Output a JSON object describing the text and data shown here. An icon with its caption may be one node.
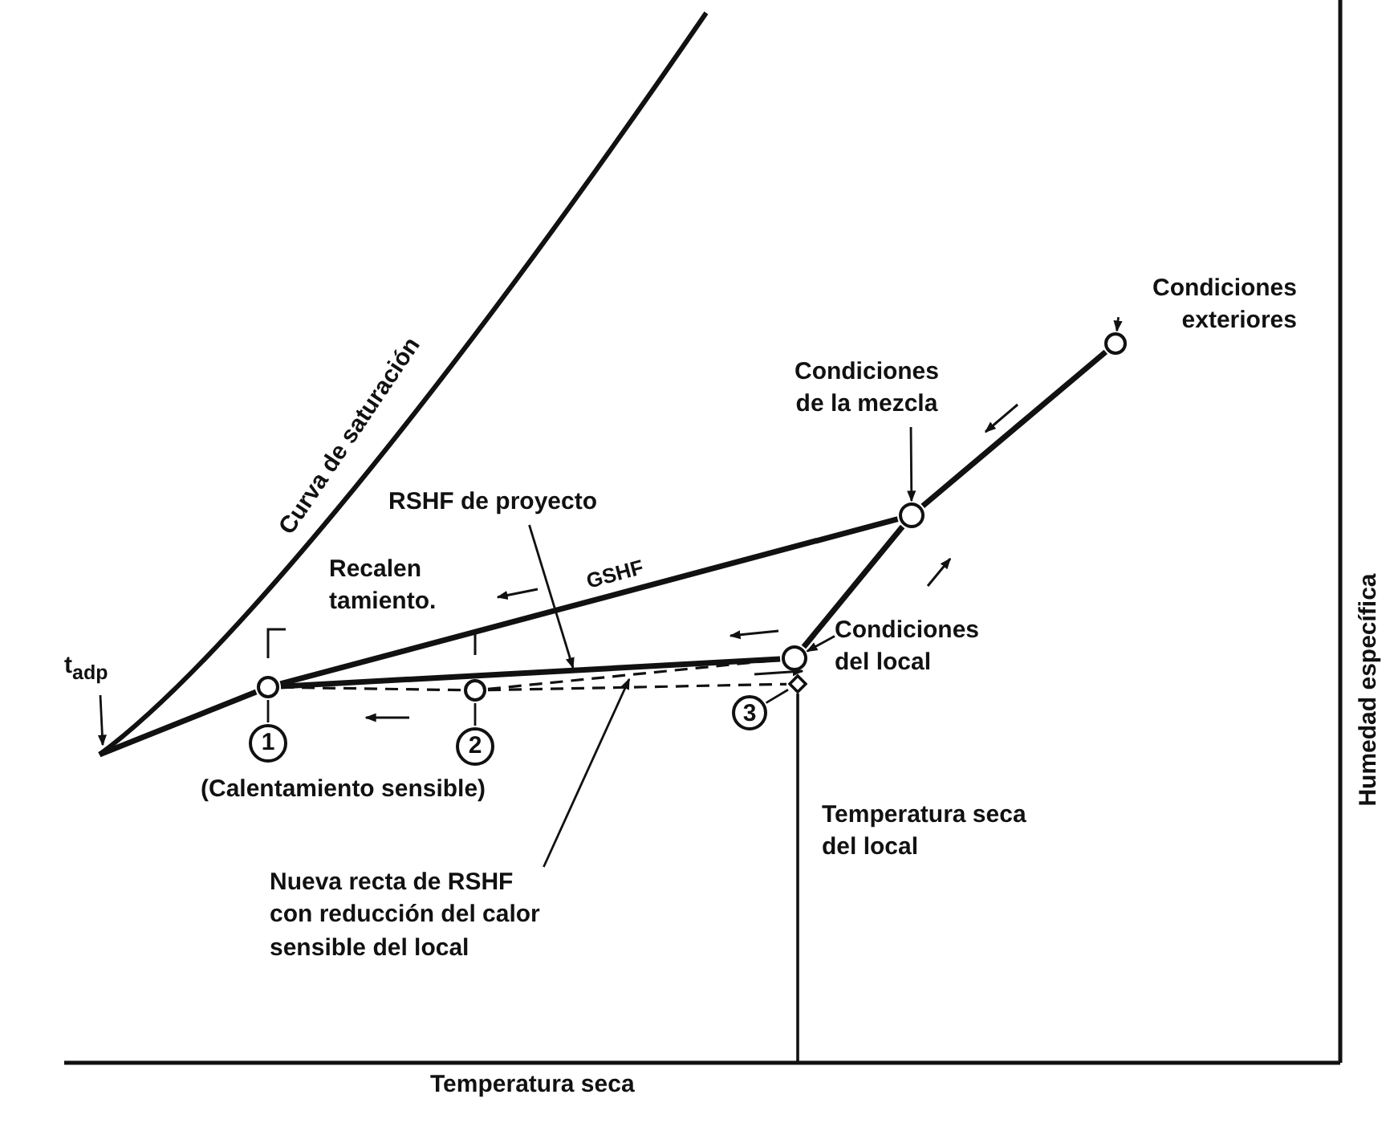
{
  "diagram": {
    "nodes": [
      {
        "text": [],
        "shape": "circle"
      },
      {
        "text": [],
        "shape": "circle"
      },
      {
        "text": [],
        "shape": "circle"
      },
      {
        "text": [],
        "shape": "diamond"
      },
      {
        "text": [],
        "shape": "circle"
      },
      {
        "text": [],
        "shape": "circle"
      },
      {
        "text": [
          "1"
        ]
      },
      {
        "text": [
          "2"
        ]
      },
      {
        "text": [
          "3"
        ]
      },
      {
        "text": [
          "Condiciones exteriores"
        ]
      },
      {
        "text": [
          "Condiciones de la mezcla"
        ]
      },
      {
        "text": [
          "Condiciones del local"
        ]
      },
      {
        "text": [
          "RSHF de proyecto"
        ]
      },
      {
        "text": [
          "Recalen tamiento."
        ]
      },
      {
        "text": [
          "Nueva recta de RSHF con reducción del calor sensible del local"
        ]
      },
      {
        "text": [
          "t$_{adp}$"
        ]
      }
    ],
    "edges": [
      {
        "from": null,
        "to": 0,
        "arrow": "none",
        "style": "thick"
      },
      {
        "from": 0,
        "to": 2,
        "arrow": "none",
        "style": "thick"
      },
      {
        "from": 0,
        "to": 4,
        "arrow": "none",
        "style": "thick",
        "label": "GSHF"
      },
      {
        "from": 2,
        "to": 4,
        "arrow": "none",
        "style": "thick"
      },
      {
        "from": 4,
        "to": 5,
        "arrow": "none",
        "style": "thick"
      },
      {
        "from": 0,
        "to": 1,
        "arrow": "none",
        "style": "dashed"
      },
      {
        "from": 1,
        "to": 2,
        "arrow": "none",
        "style": "dashed"
      },
      {
        "from": 1,
        "to": 3,
        "arrow": "none",
        "style": "dashed"
      },
      {
        "from": 9,
        "to": 5,
        "arrow": "to"
      },
      {
        "from": 10,
        "to": 4,
        "arrow": "to"
      },
      {
        "from": 11,
        "to": 2,
        "arrow": "to"
      },
      {
        "from": 12,
        "to": null,
        "arrow": "to"
      },
      {
        "from": 14,
        "to": null,
        "arrow": "to"
      },
      {
        "from": 15,
        "to": null,
        "arrow": "to"
      },
      {
        "from": 6,
        "to": 0,
        "arrow": "none"
      },
      {
        "from": 7,
        "to": 1,
        "arrow": "none"
      },
      {
        "from": 8,
        "to": 3,
        "arrow": "none"
      }
    ],
    "labels": [
      "Curva de saturación",
      "(Calentamiento sensible)",
      "Temperatura seca del local",
      "Temperatura seca",
      "Humedad específica"
    ]
  }
}
